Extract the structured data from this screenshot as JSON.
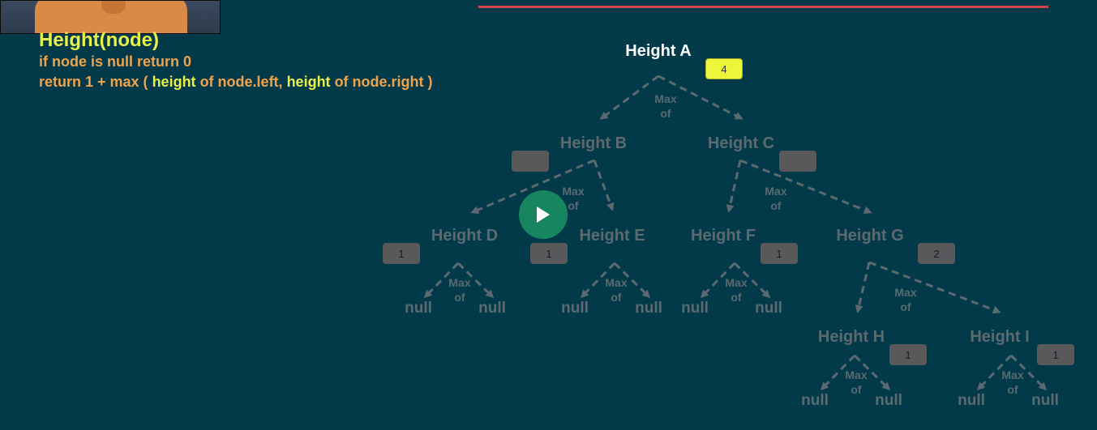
{
  "code": {
    "title": "Height(node)",
    "line1": "if node is null return 0",
    "line2_prefix": "return 1 + max ( ",
    "kw1": "height",
    "line2_mid": " of node.left, ",
    "kw2": "height",
    "line2_suffix": " of node.right )"
  },
  "nodes": {
    "A": {
      "label": "Height A",
      "value": "4"
    },
    "B": {
      "label": "Height B",
      "value": ""
    },
    "C": {
      "label": "Height C",
      "value": ""
    },
    "D": {
      "label": "Height D",
      "value": "1"
    },
    "E": {
      "label": "Height E",
      "value": "1"
    },
    "F": {
      "label": "Height F",
      "value": "1"
    },
    "G": {
      "label": "Height G",
      "value": "2"
    },
    "H": {
      "label": "Height H",
      "value": "1"
    },
    "I": {
      "label": "Height I",
      "value": "1"
    }
  },
  "max_label": "Max",
  "of_label": "of",
  "null_label": "null",
  "colors": {
    "background": "#023a4a",
    "active_badge": "#ecf63a",
    "inactive": "#5c6a70",
    "code_keyword": "#e8f049",
    "code_text": "#f0a34a",
    "play_button": "#17855f",
    "progress_line": "#d4434e"
  },
  "icons": {
    "play": "play-icon"
  }
}
